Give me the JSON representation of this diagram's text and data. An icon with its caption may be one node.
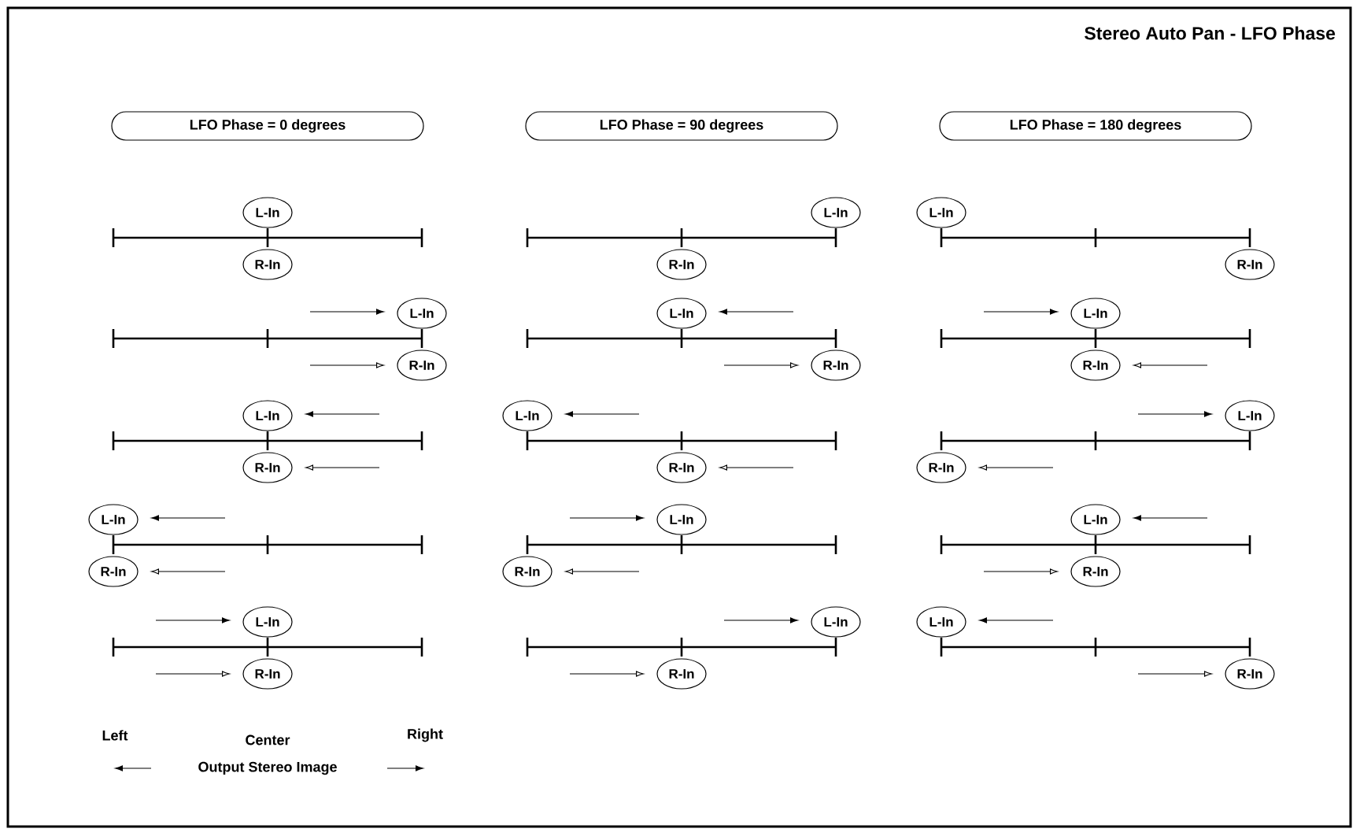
{
  "diagram": {
    "title": "Stereo Auto Pan - LFO Phase",
    "nodes": [
      {
        "text": [
          "LFO Phase = 0 degrees"
        ]
      },
      {
        "text": [
          "LFO Phase = 90 degrees"
        ]
      },
      {
        "text": [
          "LFO Phase = 180 degrees"
        ]
      },
      {
        "text": [
          "L-In"
        ]
      },
      {
        "text": [
          "R-In"
        ]
      },
      {
        "text": [
          "L-In"
        ]
      },
      {
        "text": [
          "R-In"
        ]
      },
      {
        "text": [
          "L-In"
        ]
      },
      {
        "text": [
          "R-In"
        ]
      },
      {
        "text": [
          "L-In"
        ]
      },
      {
        "text": [
          "R-In"
        ]
      },
      {
        "text": [
          "L-In"
        ]
      },
      {
        "text": [
          "R-In"
        ]
      },
      {
        "text": [
          "L-In"
        ]
      },
      {
        "text": [
          "R-In"
        ]
      },
      {
        "text": [
          "L-In"
        ]
      },
      {
        "text": [
          "R-In"
        ]
      },
      {
        "text": [
          "L-In"
        ]
      },
      {
        "text": [
          "R-In"
        ]
      },
      {
        "text": [
          "L-In"
        ]
      },
      {
        "text": [
          "R-In"
        ]
      },
      {
        "text": [
          "L-In"
        ]
      },
      {
        "text": [
          "R-In"
        ]
      },
      {
        "text": [
          "L-In"
        ]
      },
      {
        "text": [
          "R-In"
        ]
      },
      {
        "text": [
          "L-In"
        ]
      },
      {
        "text": [
          "R-In"
        ]
      },
      {
        "text": [
          "L-In"
        ]
      },
      {
        "text": [
          "R-In"
        ]
      },
      {
        "text": [
          "L-In"
        ]
      },
      {
        "text": [
          "R-In"
        ]
      },
      {
        "text": [
          "L-In"
        ]
      },
      {
        "text": [
          "R-In"
        ]
      }
    ],
    "labels": [
      "Left",
      "Center",
      "Right",
      "Output Stereo Image"
    ]
  }
}
